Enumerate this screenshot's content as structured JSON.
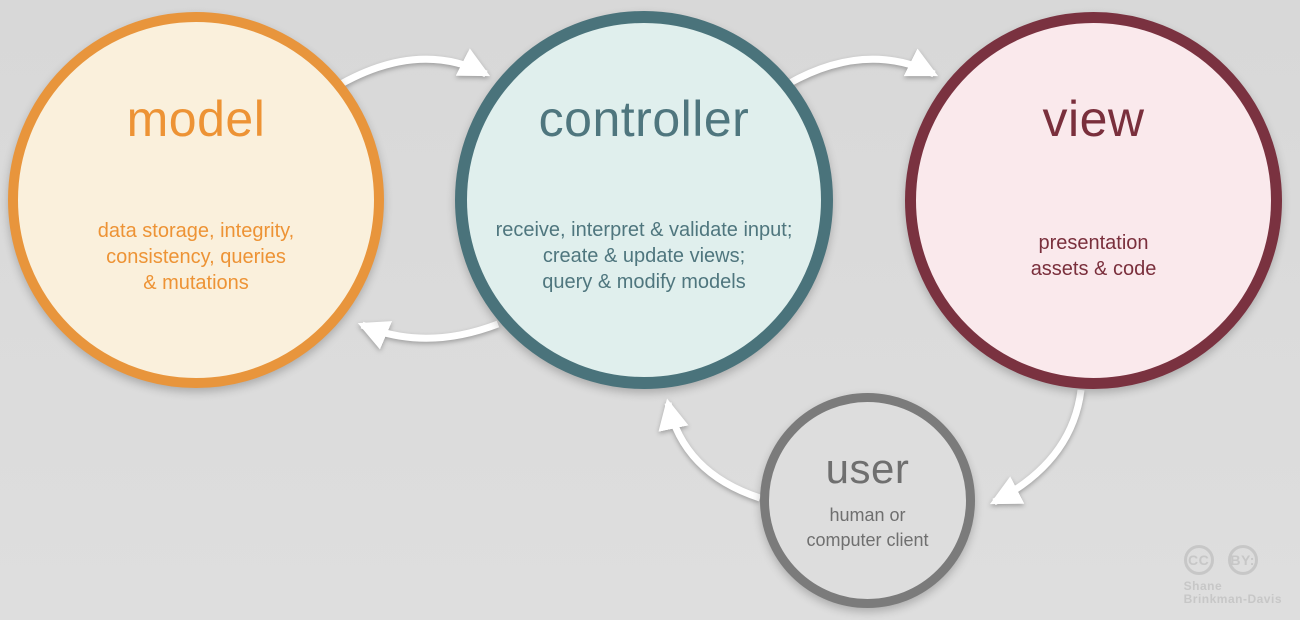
{
  "background_color": "#DADADA",
  "arrow_color": "#FFFFFF",
  "nodes": {
    "model": {
      "title": "model",
      "lines": [
        "data storage, integrity,",
        "consistency, queries",
        "& mutations"
      ],
      "border_color": "#E8953C",
      "fill_color": "#FAF0DC",
      "text_color": "#ED9335"
    },
    "controller": {
      "title": "controller",
      "lines": [
        "receive, interpret & validate input;",
        "create & update views;",
        "query & modify models"
      ],
      "border_color": "#4A737B",
      "fill_color": "#E0EFED",
      "text_color": "#4F767E"
    },
    "view": {
      "title": "view",
      "lines": [
        "presentation",
        "assets & code"
      ],
      "border_color": "#7A3240",
      "fill_color": "#FAE9EC",
      "text_color": "#7A2F3C"
    },
    "user": {
      "title": "user",
      "lines": [
        "human or",
        "computer client"
      ],
      "border_color": "#7B7B7B",
      "fill_color": "#DDDDDD",
      "text_color": "#6F6F6F"
    }
  },
  "arrows": [
    {
      "from": "model",
      "to": "controller"
    },
    {
      "from": "controller",
      "to": "view"
    },
    {
      "from": "controller",
      "to": "model"
    },
    {
      "from": "view",
      "to": "user"
    },
    {
      "from": "user",
      "to": "controller"
    }
  ],
  "credit": {
    "cc_badge": "CC",
    "by_badge": "BY:",
    "name_line1": "Shane",
    "name_line2": "Brinkman-Davis"
  }
}
